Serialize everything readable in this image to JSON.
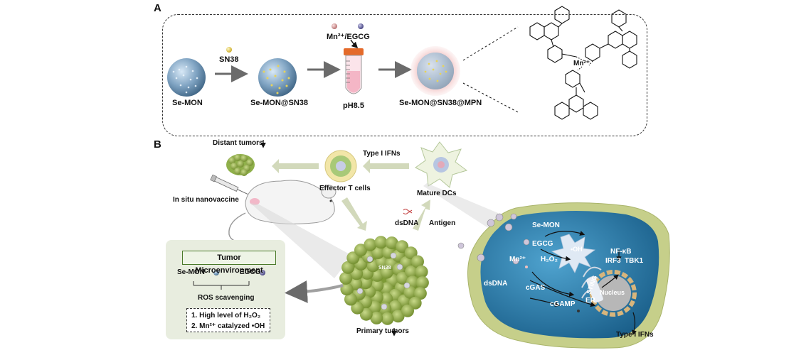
{
  "panel_a": {
    "letter": "A",
    "sn38_label": "SN38",
    "mn_egcg_label": "Mn²⁺/EGCG",
    "se_mon_label": "Se-MON",
    "se_mon_sn38_label": "Se-MON@SN38",
    "ph_label": "pH8.5",
    "se_mon_sn38_mpn_label": "Se-MON@SN38@MPN",
    "mn_center_label": "Mn²⁺"
  },
  "panel_b": {
    "letter": "B",
    "distant_tumors": "Distant tumors",
    "type1_ifns_top": "Type I IFNs",
    "effector_t_cells": "Effector T cells",
    "mature_dcs": "Mature DCs",
    "in_situ_nanovaccine": "In situ nanovaccine",
    "dsdna_left": "dsDNA",
    "antigen": "Antigen",
    "sn38_tumor": "SN38",
    "primary_tumors": "Primary tumors",
    "tme": {
      "title": "Tumor Microenvironment",
      "se_mon": "Se-MON",
      "egcg": "EGCG",
      "ros": "ROS scavenging",
      "item1": "1. High level of H₂O₂",
      "item2": "2. Mn²⁺ catalyzed •OH"
    },
    "cell": {
      "se_mon": "Se-MON",
      "egcg": "EGCG",
      "oh": "•OH",
      "h2o2": "H₂O₂",
      "mn": "Mn²⁺",
      "nfkb": "NF-κB",
      "irf3": "IRF3",
      "tbk1": "TBK1",
      "sting": "STING",
      "nucleus": "Nucleus",
      "dsdna": "dsDNA",
      "cgas": "cGAS",
      "cgamp": "cGAMP",
      "er": "ER",
      "type1_ifns": "Type I IFNs"
    }
  }
}
